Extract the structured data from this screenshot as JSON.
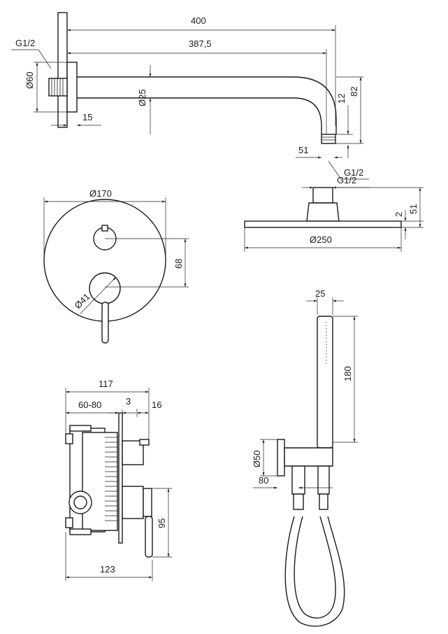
{
  "title": "Concealed shower set technical drawing",
  "shower_arm": {
    "length_total": "400",
    "length_inner": "387,5",
    "thread_wall": "G1/2",
    "flange_diameter": "Ø60",
    "flange_depth": "15",
    "pipe_diameter": "Ø25",
    "drop_12": "12",
    "drop_82": "82",
    "outlet_offset": "51",
    "thread_outlet": "G1/2"
  },
  "wall_plate": {
    "diameter": "Ø170",
    "spacing": "68",
    "knob_diameter": "Ø41"
  },
  "shower_head": {
    "thread": "G1/2",
    "thickness": "2",
    "height": "51",
    "diameter": "Ø250"
  },
  "hand_shower": {
    "width": "25",
    "length": "180",
    "holder_diameter": "Ø50",
    "holder_depth": "80"
  },
  "valve_body": {
    "depth_total": "117",
    "install_depth": "60-80",
    "plate": "3",
    "protrusion": "16",
    "lever_length": "95",
    "width": "123"
  }
}
